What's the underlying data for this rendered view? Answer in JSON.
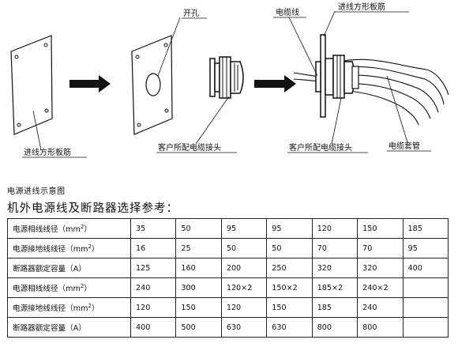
{
  "diagram": {
    "labels": {
      "open_hole": "开孔",
      "cable": "电缆线",
      "inlet_plate": "进线方形板筋",
      "inlet_plate_bottom": "进线方形板筋",
      "customer_gland_1": "客户所配电缆接头",
      "customer_gland_2": "客户所配电缆接头",
      "cable_sleeve": "电缆套管"
    }
  },
  "caption": "电源进线示意图",
  "heading": "机外电源线及断路器选择参考：",
  "table": {
    "rows": [
      {
        "label": "电源相线线径（mm",
        "sup": "2",
        "tail": "）",
        "cells": [
          "35",
          "50",
          "95",
          "95",
          "120",
          "150",
          "185"
        ]
      },
      {
        "label": "电源接地线线径（mm",
        "sup": "2",
        "tail": "）",
        "cells": [
          "16",
          "25",
          "50",
          "50",
          "70",
          "70",
          "95"
        ]
      },
      {
        "label": "断路器额定容量（A）",
        "sup": "",
        "tail": "",
        "cells": [
          "125",
          "160",
          "200",
          "250",
          "320",
          "320",
          "400"
        ]
      },
      {
        "label": "电源相线线径（mm",
        "sup": "2",
        "tail": "）",
        "cells": [
          "240",
          "300",
          "120×2",
          "150×2",
          "185×2",
          "240×2",
          ""
        ]
      },
      {
        "label": "电源接地线线径（mm",
        "sup": "2",
        "tail": "）",
        "cells": [
          "120",
          "150",
          "120",
          "150",
          "185",
          "240",
          ""
        ]
      },
      {
        "label": "断路器额定容量（A）",
        "sup": "",
        "tail": "",
        "cells": [
          "400",
          "500",
          "630",
          "630",
          "800",
          "800",
          ""
        ]
      }
    ]
  }
}
